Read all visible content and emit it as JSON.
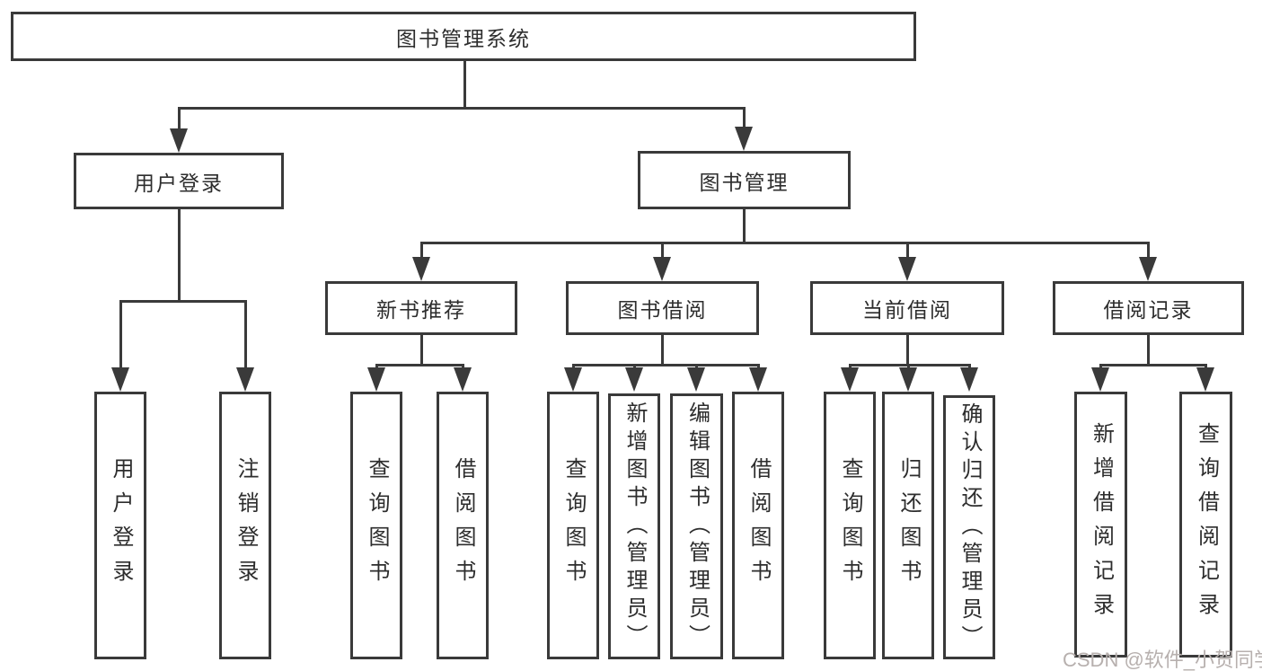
{
  "colors": {
    "line": "#3a3a3a",
    "text": "#2d2d2d",
    "background": "#ffffff",
    "watermark": "#b7b0ae"
  },
  "nodes": {
    "root": "图书管理系统",
    "level2": {
      "user_login": "用户登录",
      "book_management": "图书管理"
    },
    "level3": {
      "new_book_recommend": "新书推荐",
      "book_borrow": "图书借阅",
      "current_borrow": "当前借阅",
      "borrow_record": "借阅记录"
    },
    "leaves": {
      "user_login_login": "用户登录",
      "user_login_logout": "注销登录",
      "recommend_query_book": "查询图书",
      "recommend_borrow_book": "借阅图书",
      "borrow_query_book": "查询图书",
      "borrow_add_book": "新增图书（管理员）",
      "borrow_edit_book": "编辑图书（管理员）",
      "borrow_borrow_book": "借阅图书",
      "current_query_book": "查询图书",
      "current_return_book": "归还图书",
      "current_confirm_return": "确认归还（管理员）",
      "record_add_record": "新增借阅记录",
      "record_query_record": "查询借阅记录"
    }
  },
  "watermark": "CSDN @软件_小贺同学"
}
